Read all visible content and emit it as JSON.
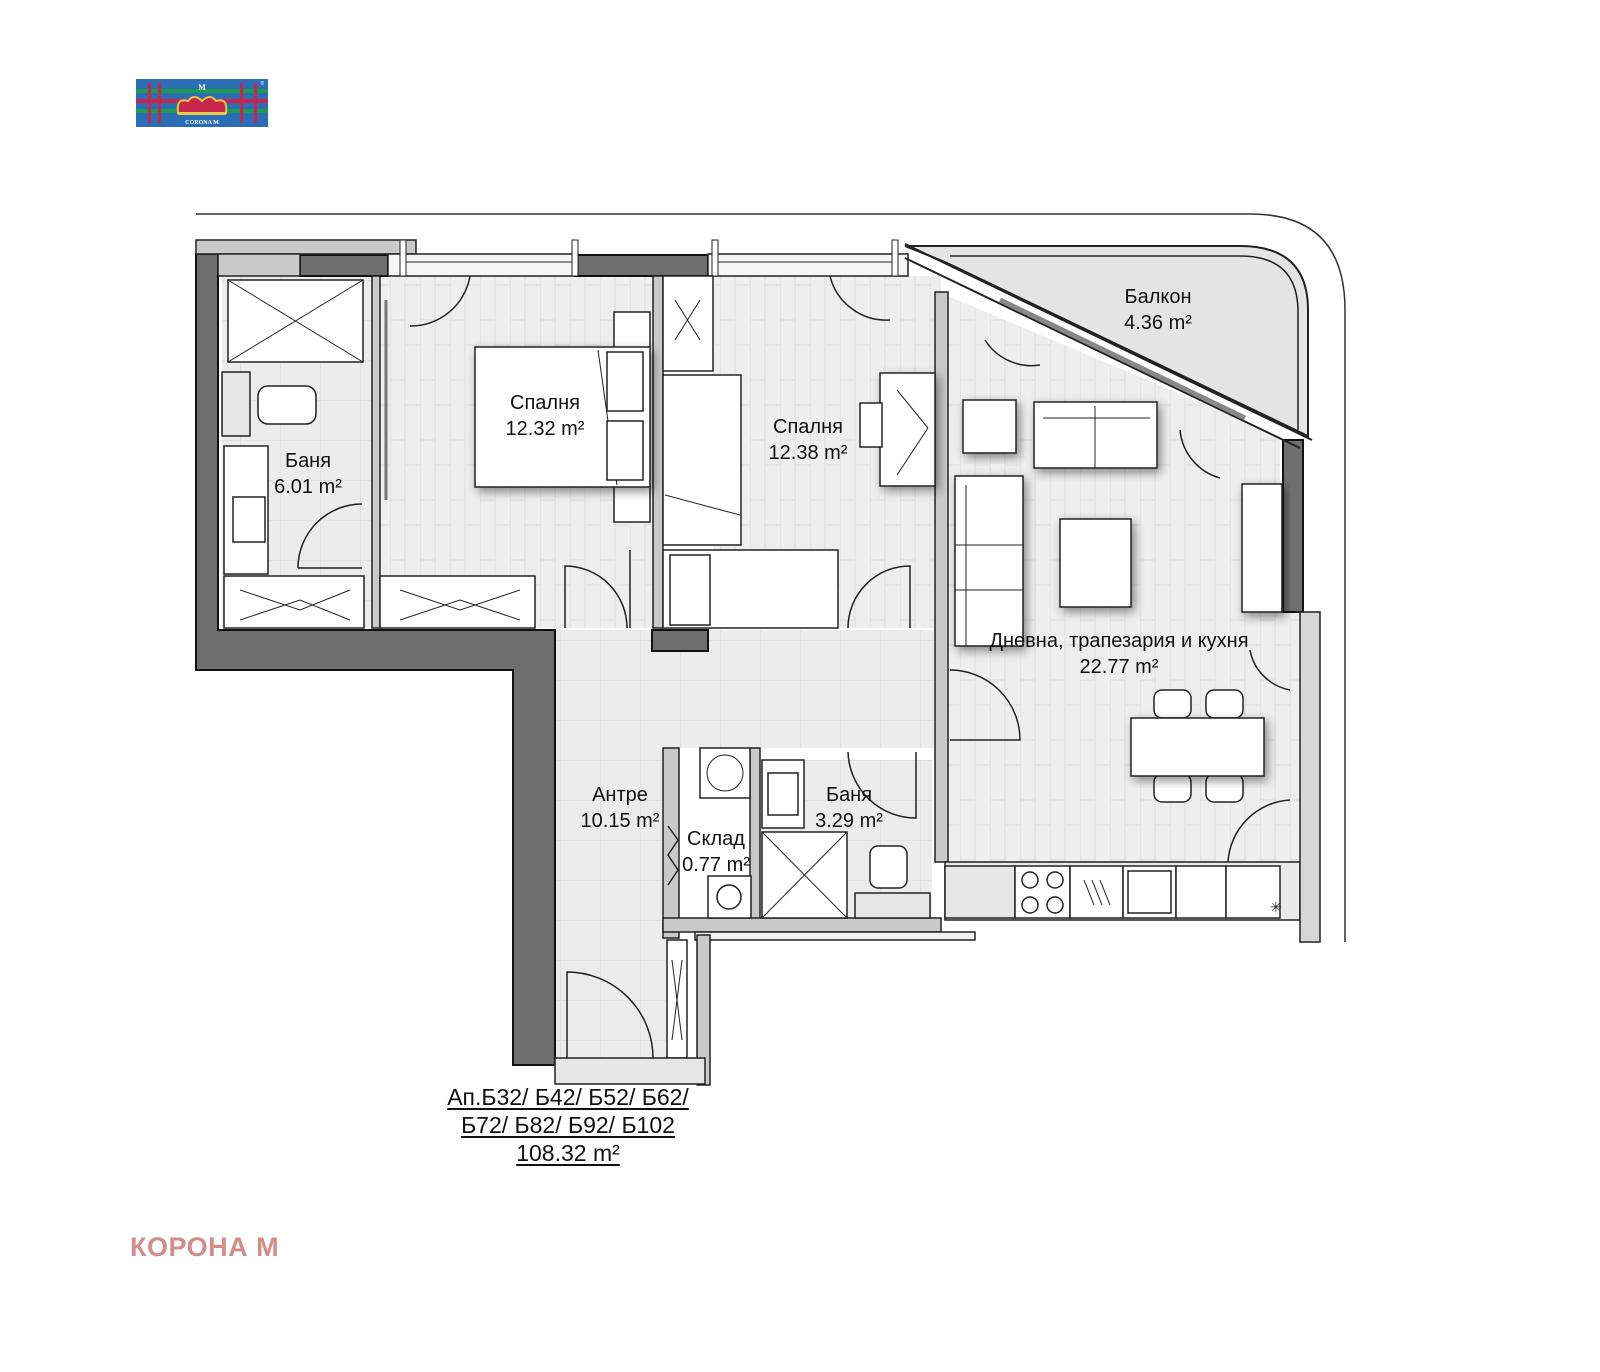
{
  "logo": {
    "letter": "M",
    "text": "CORONA M",
    "registered": "®",
    "colors": {
      "background": "#2a6fb5",
      "stripe_green": "#1f9a4a",
      "stripe_red": "#c8264a",
      "crown": "#e8c64a"
    }
  },
  "rooms": [
    {
      "id": "bathroom-1",
      "name": "Баня",
      "area": "6.01 m²"
    },
    {
      "id": "bedroom-1",
      "name": "Спалня",
      "area": "12.32 m²"
    },
    {
      "id": "bedroom-2",
      "name": "Спалня",
      "area": "12.38 m²"
    },
    {
      "id": "balcony",
      "name": "Балкон",
      "area": "4.36 m²"
    },
    {
      "id": "living",
      "name": "Дневна, трапезария и кухня",
      "area": "22.77 m²"
    },
    {
      "id": "hall",
      "name": "Антре",
      "area": "10.15 m²"
    },
    {
      "id": "bathroom-2",
      "name": "Баня",
      "area": "3.29 m²"
    },
    {
      "id": "storage",
      "name": "Склад",
      "area": "0.77 m²"
    }
  ],
  "apartment": {
    "line1": "Ап.Б32/ Б42/ Б52/ Б62/",
    "line2": "Б72/ Б82/ Б92/ Б102",
    "total_area": "108.32 m²"
  },
  "footer": {
    "brand": "КОРОНА М",
    "color": "#d38b8b"
  },
  "colors": {
    "wall": "#6e6e6e",
    "wall_light": "#c9c9c9",
    "floor": "#eeeeee",
    "balcony": "#e4e4e4",
    "furniture": "#ffffff",
    "line": "#222222"
  }
}
